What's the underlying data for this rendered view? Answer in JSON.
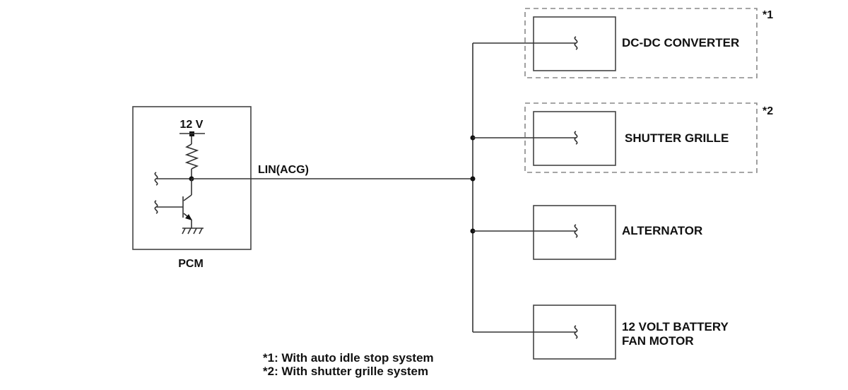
{
  "pcm": {
    "label": "PCM",
    "supply_label": "12 V"
  },
  "bus": {
    "label": "LIN(ACG)"
  },
  "modules": [
    {
      "name": "DC-DC CONVERTER",
      "note": "*1"
    },
    {
      "name": "SHUTTER GRILLE",
      "note": "*2"
    },
    {
      "name": "ALTERNATOR"
    },
    {
      "name_line1": "12 VOLT BATTERY",
      "name_line2": "FAN MOTOR"
    }
  ],
  "footnotes": [
    "*1: With auto idle stop system",
    "*2: With shutter grille system"
  ],
  "colors": {
    "line": "#333333",
    "optional_outline": "#888888",
    "text": "#111111"
  }
}
